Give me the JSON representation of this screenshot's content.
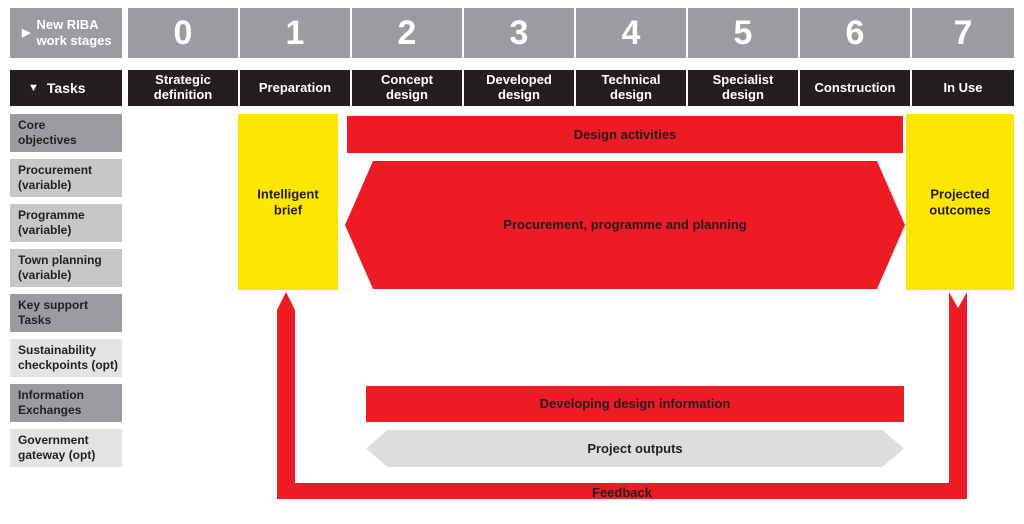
{
  "header": {
    "legend_top": {
      "marker": "▶",
      "line1": "New RIBA",
      "line2": "work stages"
    },
    "legend_bottom": {
      "marker": "▼",
      "label": "Tasks"
    },
    "stages": [
      {
        "number": "0",
        "name_line1": "Strategic",
        "name_line2": "definition"
      },
      {
        "number": "1",
        "name_line1": "Preparation",
        "name_line2": ""
      },
      {
        "number": "2",
        "name_line1": "Concept",
        "name_line2": "design"
      },
      {
        "number": "3",
        "name_line1": "Developed",
        "name_line2": "design"
      },
      {
        "number": "4",
        "name_line1": "Technical",
        "name_line2": "design"
      },
      {
        "number": "5",
        "name_line1": "Specialist",
        "name_line2": "design"
      },
      {
        "number": "6",
        "name_line1": "Construction",
        "name_line2": ""
      },
      {
        "number": "7",
        "name_line1": "In Use",
        "name_line2": ""
      }
    ]
  },
  "sidebar": {
    "rows": [
      {
        "line1": "Core",
        "line2": "objectives",
        "shade": "dark"
      },
      {
        "line1": "Procurement",
        "line2": "(variable)",
        "shade": "mid"
      },
      {
        "line1": "Programme",
        "line2": "(variable)",
        "shade": "mid"
      },
      {
        "line1": "Town planning",
        "line2": "(variable)",
        "shade": "mid"
      },
      {
        "line1": "Key support",
        "line2": "Tasks",
        "shade": "dark"
      },
      {
        "line1": "Sustainability",
        "line2": "checkpoints (opt)",
        "shade": "light"
      },
      {
        "line1": "Information",
        "line2": "Exchanges",
        "shade": "dark"
      },
      {
        "line1": "Government",
        "line2": "gateway (opt)",
        "shade": "light"
      }
    ]
  },
  "bands": {
    "intelligent_brief": {
      "line1": "Intelligent",
      "line2": "brief"
    },
    "projected_outcomes": {
      "line1": "Projected",
      "line2": "outcomes"
    },
    "design_activities": "Design activities",
    "procurement_band": "Procurement, programme and planning",
    "developing_design_information": "Developing design information",
    "project_outputs": "Project outputs",
    "feedback": "Feedback"
  },
  "colors": {
    "red": "#ED1C24",
    "yellow": "#FFE600",
    "black": "#231F20",
    "gray_header": "#9B9CA0",
    "gray_light": "#DCDDDF"
  }
}
